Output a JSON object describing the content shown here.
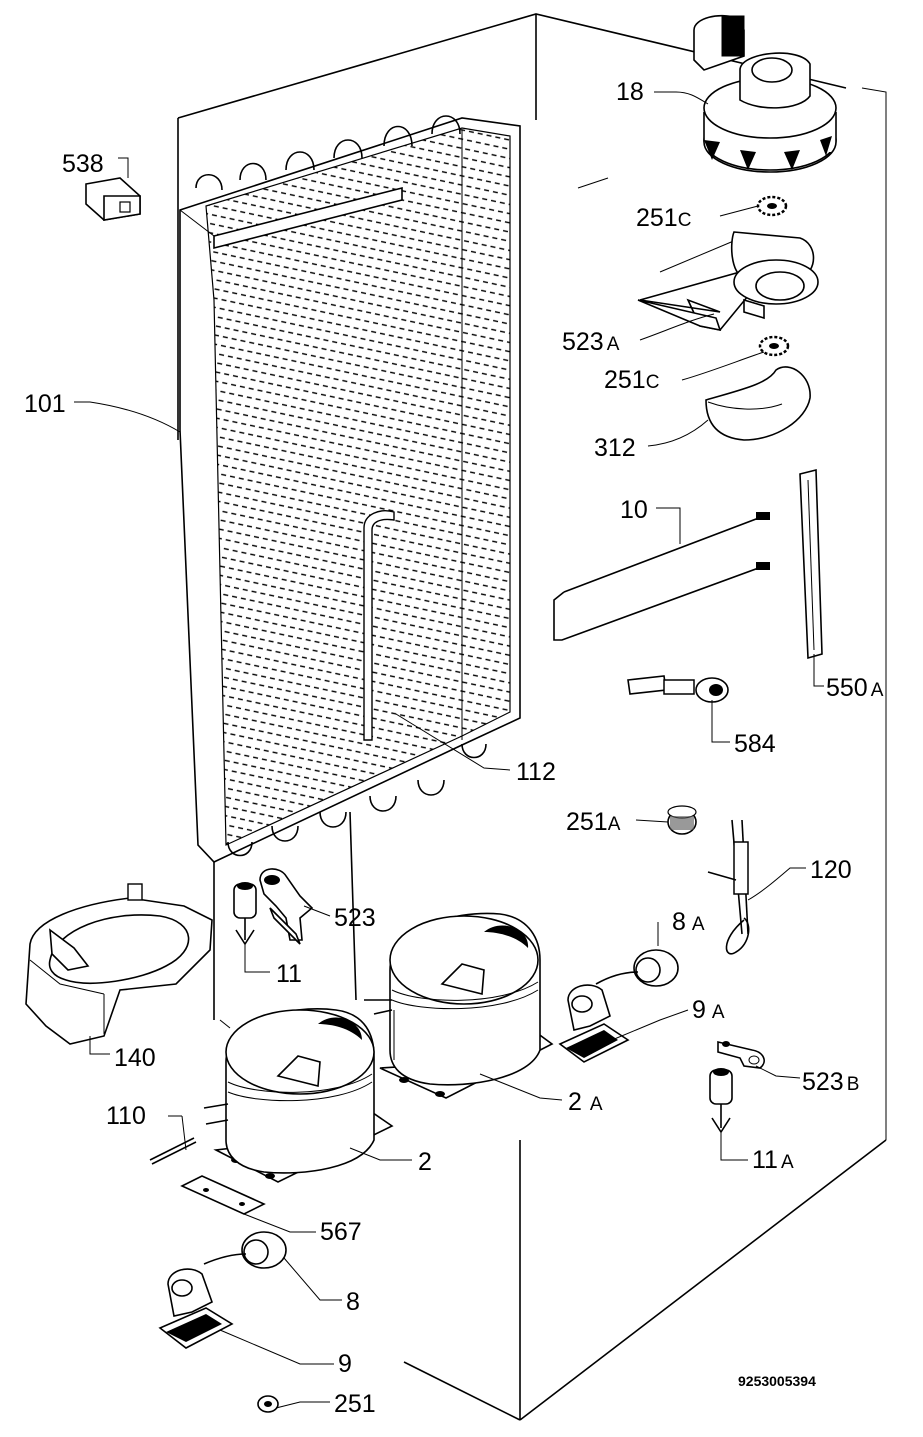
{
  "drawing_code": "9253005394",
  "parts": [
    {
      "id": "p18",
      "number": "18",
      "suffix": ""
    },
    {
      "id": "p538",
      "number": "538",
      "suffix": ""
    },
    {
      "id": "p251c_1",
      "number": "251",
      "suffix": "C"
    },
    {
      "id": "p523a",
      "number": "523",
      "suffix": "A"
    },
    {
      "id": "p251c_2",
      "number": "251",
      "suffix": "C"
    },
    {
      "id": "p101",
      "number": "101",
      "suffix": ""
    },
    {
      "id": "p312",
      "number": "312",
      "suffix": ""
    },
    {
      "id": "p10",
      "number": "10",
      "suffix": ""
    },
    {
      "id": "p550a",
      "number": "550",
      "suffix": "A"
    },
    {
      "id": "p584",
      "number": "584",
      "suffix": ""
    },
    {
      "id": "p112",
      "number": "112",
      "suffix": ""
    },
    {
      "id": "p251a",
      "number": "251",
      "suffix": "A"
    },
    {
      "id": "p120",
      "number": "120",
      "suffix": ""
    },
    {
      "id": "p523",
      "number": "523",
      "suffix": ""
    },
    {
      "id": "p8a",
      "number": "8",
      "suffix": "A"
    },
    {
      "id": "p11",
      "number": "11",
      "suffix": ""
    },
    {
      "id": "p9a",
      "number": "9",
      "suffix": "A"
    },
    {
      "id": "p140",
      "number": "140",
      "suffix": ""
    },
    {
      "id": "p523b",
      "number": "523",
      "suffix": "B"
    },
    {
      "id": "p2a",
      "number": "2",
      "suffix": "A"
    },
    {
      "id": "p110",
      "number": "110",
      "suffix": ""
    },
    {
      "id": "p11a",
      "number": "11",
      "suffix": "A"
    },
    {
      "id": "p2",
      "number": "2",
      "suffix": ""
    },
    {
      "id": "p567",
      "number": "567",
      "suffix": ""
    },
    {
      "id": "p8",
      "number": "8",
      "suffix": ""
    },
    {
      "id": "p9",
      "number": "9",
      "suffix": ""
    },
    {
      "id": "p251",
      "number": "251",
      "suffix": ""
    }
  ]
}
